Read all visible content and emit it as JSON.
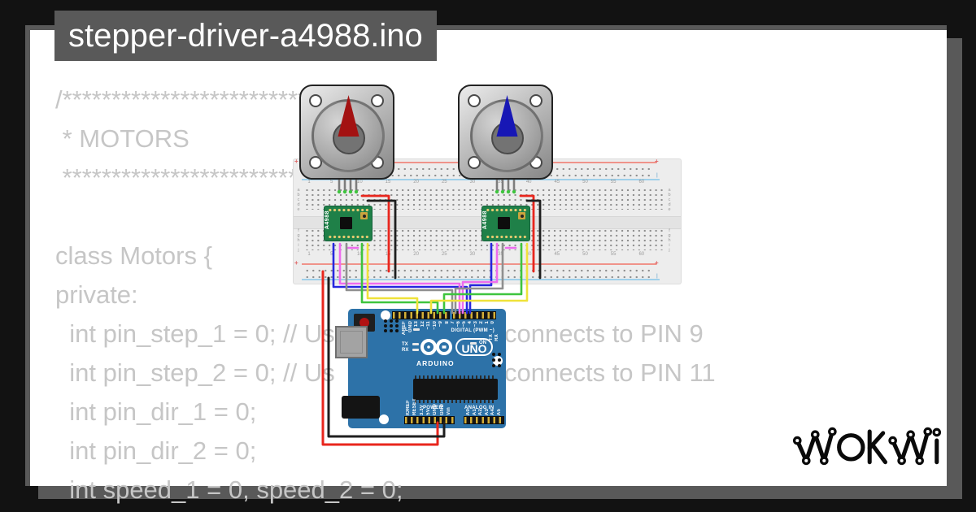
{
  "title": "stepper-driver-a4988.ino",
  "code": {
    "lines": [
      {
        "left": "/*************************"
      },
      {
        "left": " * MOTORS"
      },
      {
        "left": " *************************"
      },
      {
        "left": ""
      },
      {
        "left": "class Motors {"
      },
      {
        "left": "private:"
      },
      {
        "left": "  int pin_step_1 = 0; // Us",
        "right": "connects to PIN 9"
      },
      {
        "left": "  int pin_step_2 = 0; // Us",
        "right": "connects to PIN 11"
      },
      {
        "left": "  int pin_dir_1 = 0;"
      },
      {
        "left": "  int pin_dir_2 = 0;"
      },
      {
        "left": "  int speed_1 = 0, speed_2 = 0;"
      }
    ]
  },
  "logo": {
    "text": "WOKWI"
  },
  "breadboard": {
    "column_labels": [
      1,
      5,
      10,
      15,
      20,
      25,
      30,
      35,
      40,
      45,
      50,
      55,
      60
    ],
    "row_labels_top": [
      "a",
      "b",
      "c",
      "d",
      "e"
    ],
    "row_labels_bottom": [
      "f",
      "g",
      "h",
      "i",
      "j"
    ],
    "plus": "+",
    "minus": "|"
  },
  "a4988": {
    "label": "A4988"
  },
  "arduino": {
    "digital_left": [
      "AREF",
      "GND",
      "13",
      "12",
      "~11",
      "~10",
      "~9",
      "8"
    ],
    "digital_right": [
      "7",
      "~6",
      "~5",
      "4",
      "~3",
      "2",
      "1",
      "0"
    ],
    "serial": [
      "TX",
      "RX"
    ],
    "digital_caption": "DIGITAL (PWM ~)",
    "brand": "ARDUINO",
    "model": "UNO",
    "on_label": "ON",
    "led_l": "L",
    "led_tx": "TX",
    "led_rx": "RX",
    "power_caption": "POWER",
    "power_labels": [
      "IOREF",
      "RESET",
      "3.3V",
      "5V",
      "GND",
      "GND",
      "Vin"
    ],
    "analog_caption": "ANALOG IN",
    "analog_labels": [
      "A0",
      "A1",
      "A2",
      "A3",
      "A4",
      "A5"
    ]
  },
  "motors": {
    "pointers": [
      {
        "color": "#a31212"
      },
      {
        "color": "#1717b5"
      }
    ]
  },
  "colors": {
    "background": "#121212",
    "panel_gray": "#595959",
    "card_white": "#ffffff",
    "code_text": "#c6c6c6",
    "arduino_blue": "#2d72a8",
    "pcb_green": "#1f8048",
    "wire_red": "#e8261d",
    "wire_black": "#1f1f1f",
    "wire_yellow": "#efe23a",
    "wire_green": "#3ec43e",
    "wire_blue": "#2626df",
    "wire_pink": "#ee6cee",
    "wire_gray": "#8f8f8f"
  }
}
